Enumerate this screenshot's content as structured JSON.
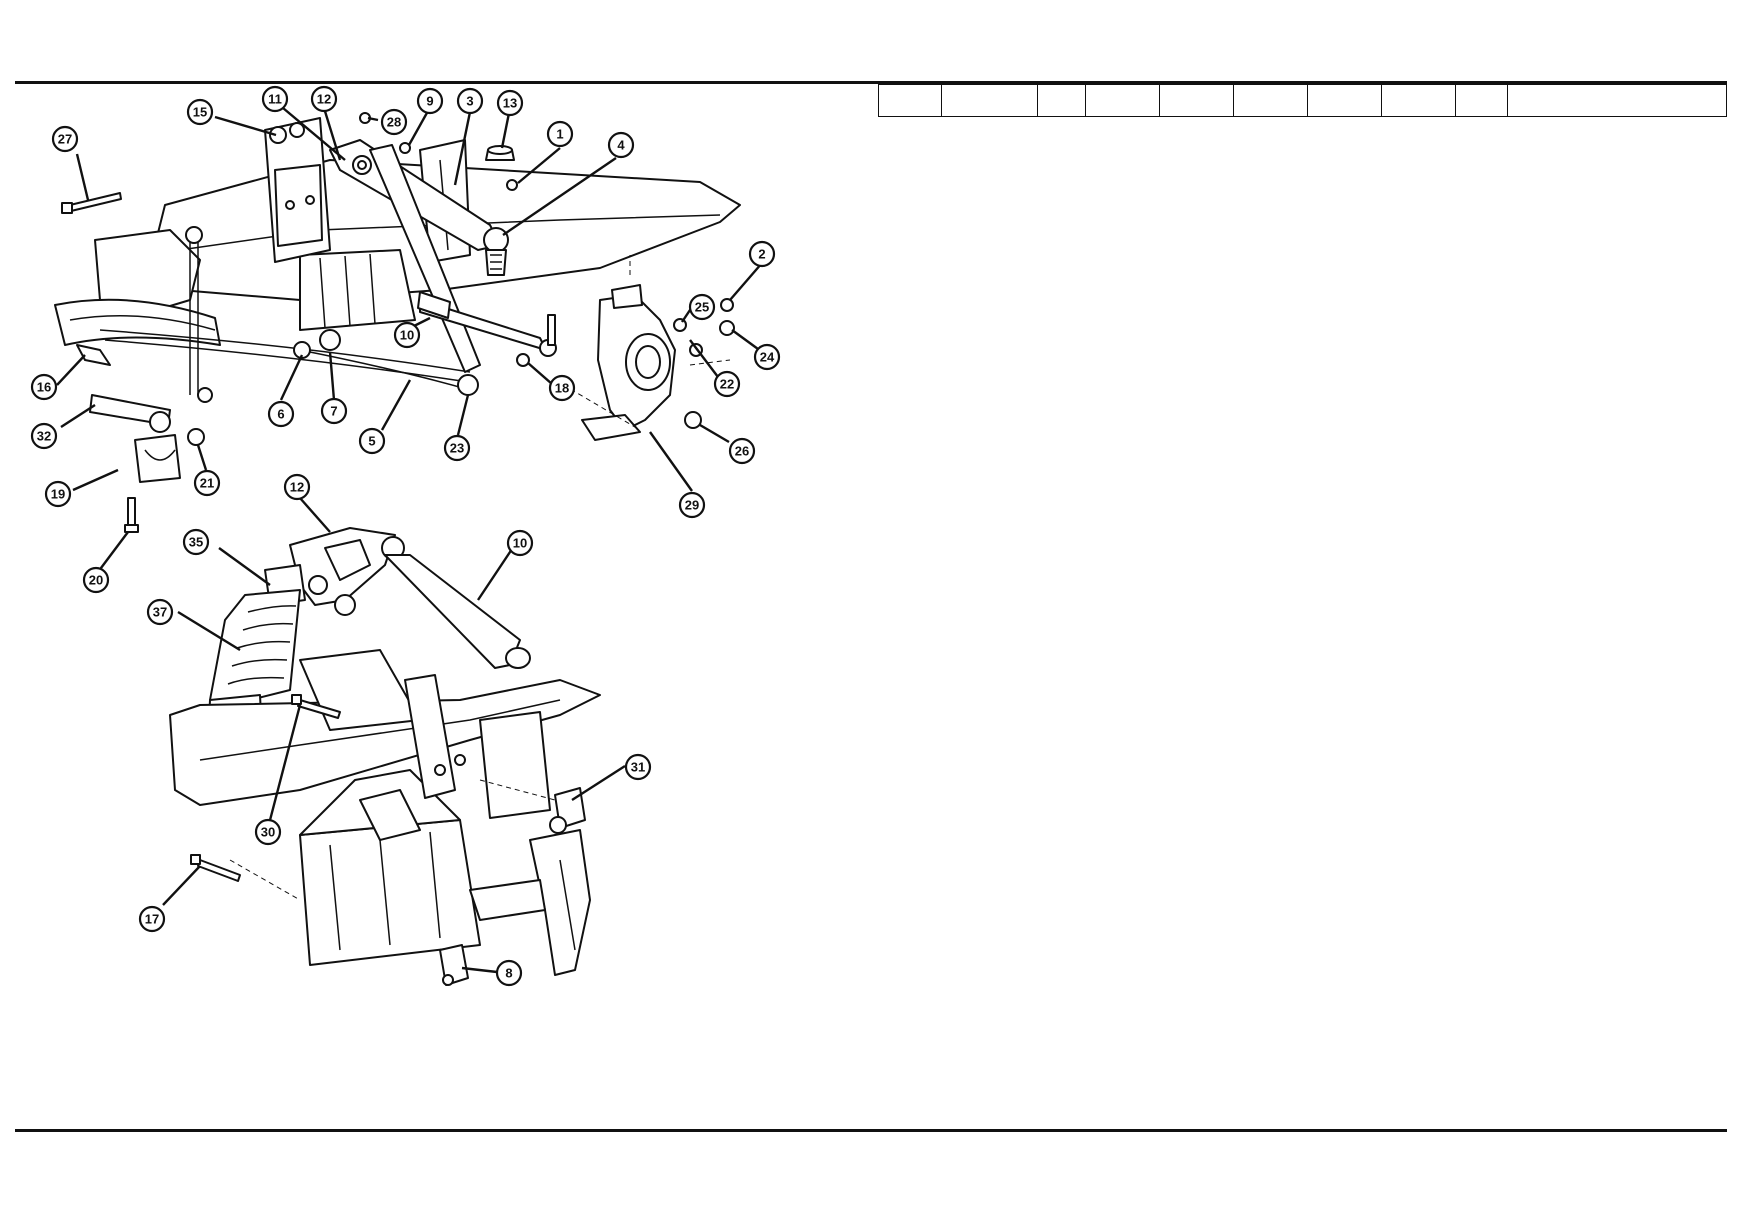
{
  "parts_table": {
    "rows": 1,
    "columns": 10,
    "cells": [
      "",
      "",
      "",
      "",
      "",
      "",
      "",
      "",
      "",
      ""
    ]
  },
  "callouts": {
    "c1": "1",
    "c2": "2",
    "c3": "3",
    "c4": "4",
    "c5": "5",
    "c6": "6",
    "c7": "7",
    "c8": "8",
    "c9": "9",
    "c10a": "10",
    "c10b": "10",
    "c11": "11",
    "c12a": "12",
    "c12b": "12",
    "c13": "13",
    "c15": "15",
    "c16": "16",
    "c17": "17",
    "c18": "18",
    "c19": "19",
    "c20": "20",
    "c21": "21",
    "c22": "22",
    "c23": "23",
    "c24": "24",
    "c25": "25",
    "c26": "26",
    "c27": "27",
    "c28": "28",
    "c29": "29",
    "c30": "30",
    "c31": "31",
    "c32": "32",
    "c35": "35",
    "c37": "37"
  }
}
